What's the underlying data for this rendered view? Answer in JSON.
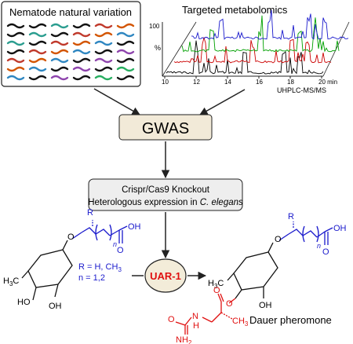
{
  "panels": {
    "nematode_title": "Nematode natural variation",
    "metabolomics_title": "Targeted metabolomics",
    "y_axis_unit": "%",
    "y_axis_top": "100",
    "x_axis_ticks": [
      "10",
      "12",
      "14",
      "16",
      "18",
      "20 min"
    ],
    "instrument": "UHPLC-MS/MS",
    "trace_colors": [
      "#000000",
      "#cc0000",
      "#00a000",
      "#1a1acc"
    ]
  },
  "boxes": {
    "gwas": "GWAS",
    "knockout_line1": "Crispr/Cas9 Knockout",
    "knockout_line2_prefix": "Heterologous expression in ",
    "knockout_line2_species": "C. elegans"
  },
  "reaction": {
    "enzyme": "UAR-1",
    "left_r": "R",
    "left_acid": "OH",
    "left_o": "O",
    "left_n": "n",
    "substituents_line1": "R = H, CH",
    "substituents_sub": "3",
    "substituents_line2": "n = 1,2",
    "sugar_methyl": "H",
    "sugar_methyl_sub": "3",
    "sugar_methyl_c": "C",
    "hydroxyl": "HO",
    "hydroxyl_right": "OH",
    "right_r": "R",
    "right_acid": "OH",
    "right_n": "n",
    "amine": "NH",
    "amine_sub": "2",
    "nh": "N",
    "nh_h": "H",
    "methyl_red": "CH",
    "methyl_red_sub": "3",
    "product": "Dauer pheromone"
  },
  "colors": {
    "blue": "#1a1acc",
    "red": "#e01010",
    "box_fill": "#eeeeee",
    "gwas_fill": "#f2ead8",
    "enzyme_fill": "#f3ecd9"
  }
}
